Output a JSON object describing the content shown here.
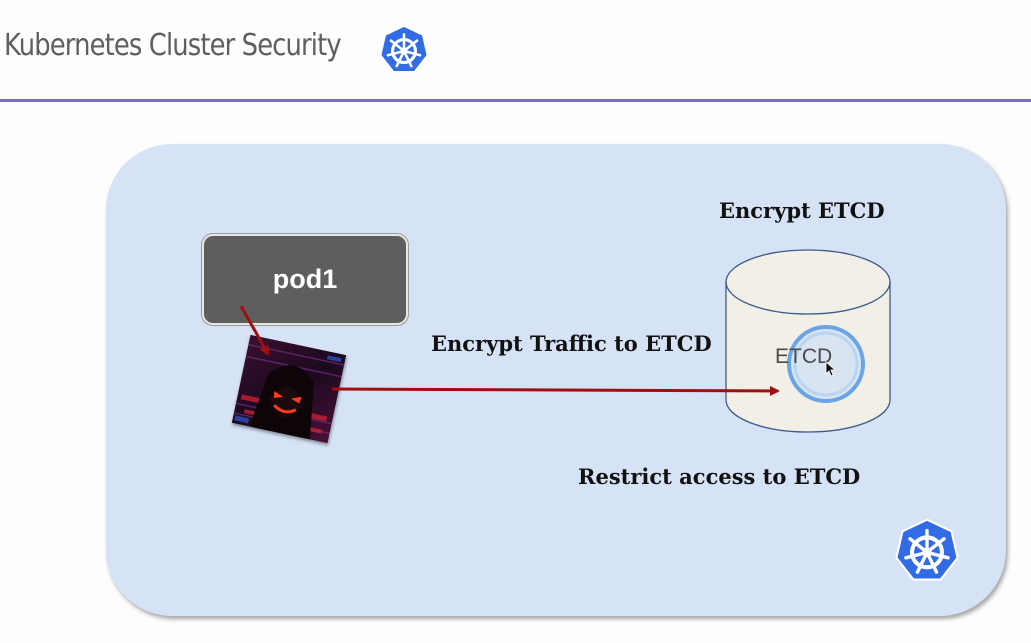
{
  "slide": {
    "title": "Kubernetes Cluster Security",
    "title_logo_icon": "kubernetes-helm-icon",
    "corner_logo_icon": "kubernetes-helm-icon",
    "accent_color": "#7a6fbf",
    "panel_color": "#d6e3f6",
    "logo_color": "#326ce5"
  },
  "diagram": {
    "pod_label": "pod1",
    "attacker_icon": "hooded-hacker-icon",
    "etcd_label": "ETCD",
    "encrypt_etcd_label": "Encrypt ETCD",
    "encrypt_traffic_label": "Encrypt Traffic to ETCD",
    "restrict_access_label": "Restrict access to ETCD",
    "arrow_color": "#a01010",
    "cursor_icon": "mouse-pointer-icon"
  }
}
